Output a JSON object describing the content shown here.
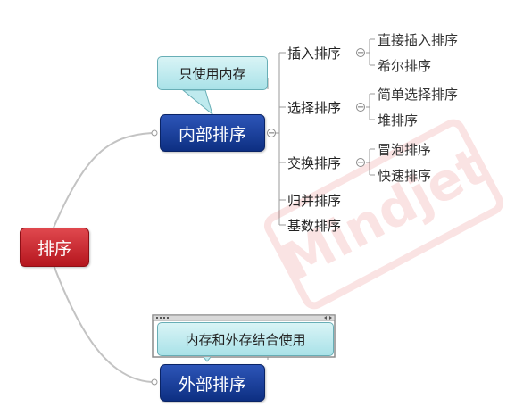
{
  "root": {
    "label": "排序"
  },
  "internal": {
    "label": "内部排序",
    "callout": "只使用内存",
    "categories": [
      {
        "label": "插入排序",
        "children": [
          "直接插入排序",
          "希尔排序"
        ]
      },
      {
        "label": "选择排序",
        "children": [
          "简单选择排序",
          "堆排序"
        ]
      },
      {
        "label": "交换排序",
        "children": [
          "冒泡排序",
          "快速排序"
        ]
      },
      {
        "label": "归并排序",
        "children": []
      },
      {
        "label": "基数排序",
        "children": []
      }
    ]
  },
  "external": {
    "label": "外部排序",
    "callout": "内存和外存结合使用"
  },
  "watermark": "Mindjet",
  "colors": {
    "root": "#c11f27",
    "main_topic": "#173f9e",
    "callout": "#bfeaee",
    "watermark": "#dd2222"
  }
}
